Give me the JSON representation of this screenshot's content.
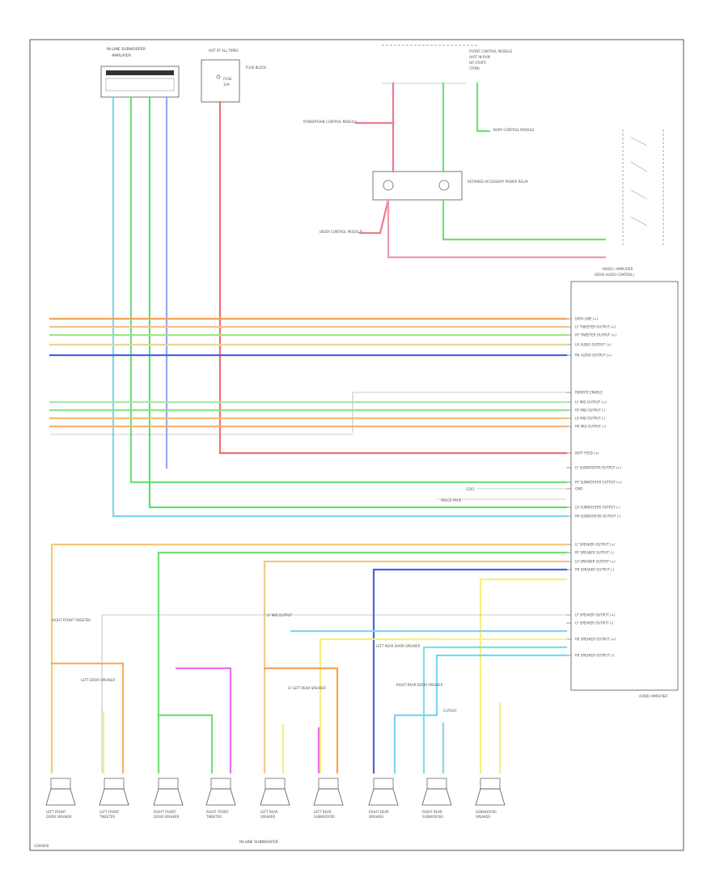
{
  "diagram": {
    "top_left_module": {
      "title": "IN-LINE SUBWOOFER",
      "subtitle": "AMPLIFIER"
    },
    "fuse_block": {
      "title": "HOT AT ALL TIMES",
      "fuse": "FUSE",
      "rating": "10A",
      "side_label": "FUSE BLOCK"
    },
    "top_right_connector": {
      "title": "FRONT CONTROL MODULE",
      "lines": [
        "(HOT IN RUN",
        "OR START)",
        "(TRIM)"
      ]
    },
    "relay": {
      "title": "RETAINED ACCESSORY POWER RELAY"
    },
    "left_labels": {
      "powertrain": "POWERTRAIN CONTROL MODULE",
      "body": "BODY CONTROL MODULE",
      "body2": "(BODY CONTROL MODULE)"
    },
    "right_module": {
      "title": "RADIO / AMPLIFIER",
      "subtitle": "(REAR AUDIO CONTROL)",
      "bottom_label": "AUDIO AMPLIFIER"
    },
    "amp_pins": [
      "DATA LINE (+)",
      "LF TWEETER OUTPUT (+)",
      "RF TWEETER OUTPUT (+)",
      "LR AUDIO OUTPUT (+)",
      "RR AUDIO OUTPUT (+)",
      "REMOTE ENABLE",
      "LF MID OUTPUT (+)",
      "RF MID OUTPUT (-)",
      "LR MID OUTPUT (-)",
      "RR MID OUTPUT (-)",
      "BATT FEED (+)",
      "LF SUBWOOFER OUTPUT (+)",
      "RF SUBWOOFER OUTPUT (+)",
      "GND",
      "LR SUBWOOFER OUTPUT (-)",
      "RR SUBWOOFER OUTPUT (-)",
      "LF SPEAKER OUTPUT (+)",
      "RF SPEAKER OUTPUT (-)",
      "LR SPEAKER OUTPUT (+)",
      "RR SPEAKER OUTPUT (-)",
      "LF SPEAKER OUTPUT (+)",
      "LF SPEAKER OUTPUT (-)",
      "RR SPEAKER OUTPUT (+)",
      "RR SPEAKER OUTPUT (-)"
    ],
    "mid_labels": {
      "gnd": "G301",
      "splice": "SPLICE PACK"
    },
    "lower_labels": {
      "rf_left": "RIGHT FRONT TWEETER",
      "left_door": "LEFT DOOR SPEAKER",
      "lf_mid": "LF MID OUTPUT",
      "mid_center": "LF LEFT REAR SPEAKER",
      "lr_door": "LEFT REAR DOOR SPEAKER",
      "rr_door": "RIGHT REAR DOOR SPEAKER",
      "cutoff": "CUTOUT"
    },
    "speakers": [
      {
        "line1": "LEFT FRONT",
        "line2": "DOOR SPEAKER"
      },
      {
        "line1": "LEFT FRONT",
        "line2": "TWEETER"
      },
      {
        "line1": "RIGHT FRONT",
        "line2": "DOOR SPEAKER"
      },
      {
        "line1": "RIGHT FRONT",
        "line2": "TWEETER"
      },
      {
        "line1": "LEFT REAR",
        "line2": "SPEAKER"
      },
      {
        "line1": "LEFT REAR",
        "line2": "SUBWOOFER"
      },
      {
        "line1": "RIGHT REAR",
        "line2": "SPEAKER"
      },
      {
        "line1": "RIGHT REAR",
        "line2": "SUBWOOFER"
      },
      {
        "line1": "SUBWOOFER",
        "line2": "SPEAKER"
      }
    ],
    "bottom_caption": "IN-LINE SUBWOOFER",
    "corner_id": "G000000"
  }
}
